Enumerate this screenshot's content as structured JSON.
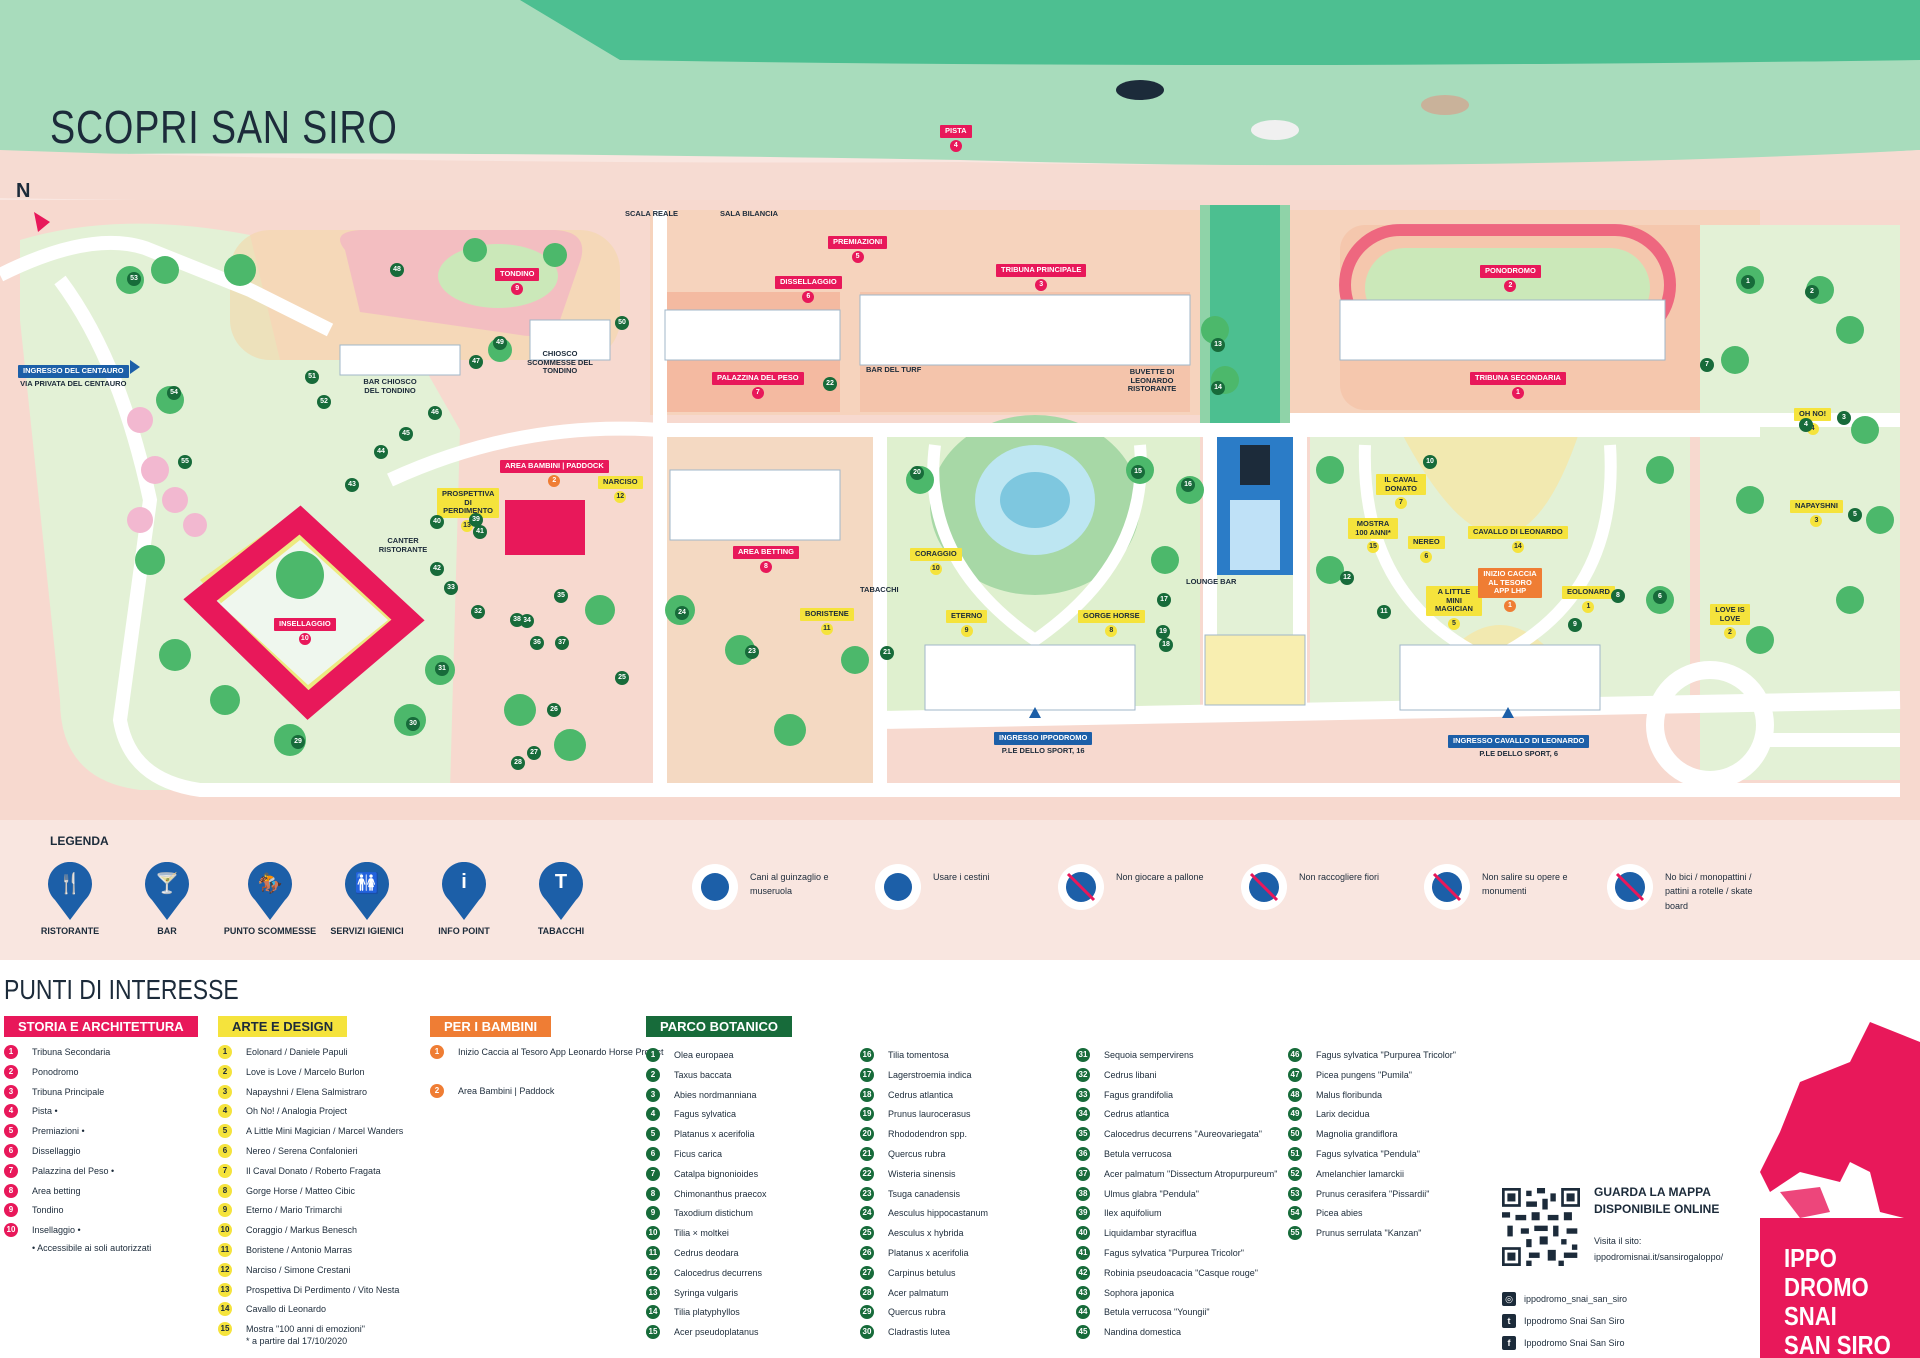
{
  "map": {
    "title": "SCOPRI SAN SIRO",
    "north": "N",
    "labels": {
      "pista": {
        "name": "PISTA",
        "num": "4"
      },
      "tondino": {
        "name": "TONDINO",
        "num": "9"
      },
      "scala_reale": "SCALA REALE",
      "sala_bilancia": "SALA BILANCIA",
      "premiazioni": {
        "name": "PREMIAZIONI",
        "num": "5"
      },
      "tribuna_principale": {
        "name": "TRIBUNA PRINCIPALE",
        "num": "3"
      },
      "dissellaggio": {
        "name": "DISSELLAGGIO",
        "num": "6"
      },
      "ponodromo": {
        "name": "PONODROMO",
        "num": "2"
      },
      "tribuna_secondaria": {
        "name": "TRIBUNA SECONDARIA",
        "num": "1"
      },
      "palazzina_peso": {
        "name": "PALAZZINA DEL PESO",
        "num": "7"
      },
      "ingresso_centauro": {
        "name": "INGRESSO DEL CENTAURO",
        "sub": "VIA PRIVATA DEL CENTAURO"
      },
      "bar_chiosco": "BAR CHIOSCO DEL TONDINO",
      "chiosco_scommesse": "CHIOSCO SCOMMESSE DEL TONDINO",
      "bar_turf": "BAR DEL TURF",
      "buvette": "BUVETTE DI LEONARDO RISTORANTE",
      "area_bambini": {
        "name": "AREA BAMBINI | PADDOCK",
        "num": "2"
      },
      "prospettiva": {
        "name": "PROSPETTIVA DI PERDIMENTO",
        "num": "13"
      },
      "narciso": {
        "name": "NARCISO",
        "num": "12"
      },
      "canter": "CANTER RISTORANTE",
      "insellaggio": {
        "name": "INSELLAGGIO",
        "num": "10"
      },
      "area_betting": {
        "name": "AREA BETTING",
        "num": "8"
      },
      "tabacchi": "TABACCHI",
      "boristene": {
        "name": "BORISTENE",
        "num": "11"
      },
      "coraggio": {
        "name": "CORAGGIO",
        "num": "10"
      },
      "eterno": {
        "name": "ETERNO",
        "num": "9"
      },
      "gorge_horse": {
        "name": "GORGE HORSE",
        "num": "8"
      },
      "lounge_bar": "LOUNGE BAR",
      "ingresso_ippodromo": {
        "name": "INGRESSO IPPODROMO",
        "sub": "P.LE DELLO SPORT, 16"
      },
      "il_caval_donato": {
        "name": "IL CAVAL DONATO",
        "num": "7"
      },
      "mostra": {
        "name": "MOSTRA 100 ANNI*",
        "num": "15"
      },
      "nereo": {
        "name": "NEREO",
        "num": "6"
      },
      "little_mini": {
        "name": "A LITTLE MINI MAGICIAN",
        "num": "5"
      },
      "cavallo_leonardo": {
        "name": "CAVALLO DI LEONARDO",
        "num": "14"
      },
      "inizio_caccia": {
        "name": "INIZIO CACCIA AL TESORO APP LHP",
        "num": "1"
      },
      "eolonard": {
        "name": "EOLONARD",
        "num": "1"
      },
      "oh_no": {
        "name": "OH NO!",
        "num": "4"
      },
      "napayshni": {
        "name": "NAPAYSHNI",
        "num": "3"
      },
      "love_is_love": {
        "name": "LOVE IS LOVE",
        "num": "2"
      },
      "ingresso_cavallo": {
        "name": "INGRESSO CAVALLO DI LEONARDO",
        "sub": "P.LE DELLO SPORT, 6"
      }
    },
    "green_numbers": [
      "1",
      "2",
      "3",
      "4",
      "5",
      "6",
      "7",
      "8",
      "9",
      "10",
      "11",
      "12",
      "13",
      "14",
      "15",
      "16",
      "17",
      "18",
      "19",
      "20",
      "21",
      "22",
      "23",
      "24",
      "25",
      "26",
      "27",
      "28",
      "29",
      "30",
      "31",
      "32",
      "33",
      "34",
      "35",
      "36",
      "37",
      "38",
      "39",
      "40",
      "41",
      "42",
      "43",
      "44",
      "45",
      "46",
      "47",
      "48",
      "49",
      "50",
      "51",
      "52",
      "53",
      "54",
      "55"
    ]
  },
  "legend": {
    "title": "LEGENDA",
    "items": [
      {
        "label": "RISTORANTE",
        "icon": "restaurant-icon",
        "glyph": "🍴"
      },
      {
        "label": "BAR",
        "icon": "bar-icon",
        "glyph": "🍸"
      },
      {
        "label": "PUNTO SCOMMESSE",
        "icon": "betting-icon",
        "glyph": "🏇"
      },
      {
        "label": "SERVIZI IGIENICI",
        "icon": "toilet-icon",
        "glyph": "🚻"
      },
      {
        "label": "INFO POINT",
        "icon": "info-icon",
        "glyph": "i"
      },
      {
        "label": "TABACCHI",
        "icon": "tobacco-icon",
        "glyph": "T"
      }
    ],
    "rules": [
      {
        "text": "Cani al guinzaglio e museruola",
        "icon": "dog-leash-icon"
      },
      {
        "text": "Usare i cestini",
        "icon": "trash-bin-icon"
      },
      {
        "text": "Non giocare a pallone",
        "icon": "no-ball-icon"
      },
      {
        "text": "Non raccogliere fiori",
        "icon": "no-flowers-icon"
      },
      {
        "text": "Non salire su opere e monumenti",
        "icon": "no-climb-icon"
      },
      {
        "text": "No bici / monopattini / pattini a rotelle / skate board",
        "icon": "no-bike-icon"
      }
    ]
  },
  "poi": {
    "title": "PUNTI DI INTERESSE",
    "storia": {
      "heading": "STORIA E ARCHITETTURA",
      "items": [
        "Tribuna Secondaria",
        "Ponodromo",
        "Tribuna Principale",
        "Pista •",
        "Premiazioni •",
        "Dissellaggio",
        "Palazzina del Peso •",
        "Area betting",
        "Tondino",
        "Insellaggio •"
      ],
      "note": "• Accessibile ai soli autorizzati"
    },
    "arte": {
      "heading": "ARTE E DESIGN",
      "items": [
        "Eolonard / Daniele Papuli",
        "Love is Love / Marcelo Burlon",
        "Napayshni / Elena Salmistraro",
        "Oh No! / Analogia Project",
        "A Little Mini Magician / Marcel Wanders",
        "Nereo / Serena Confalonieri",
        "Il Caval Donato / Roberto Fragata",
        "Gorge Horse / Matteo Cibic",
        "Eterno / Mario Trimarchi",
        "Coraggio / Markus Benesch",
        "Boristene / Antonio Marras",
        "Narciso / Simone Crestani",
        "Prospettiva Di Perdimento / Vito Nesta",
        "Cavallo di Leonardo",
        "Mostra \"100 anni di emozioni\""
      ],
      "note": "* a partire dal 17/10/2020"
    },
    "bambini": {
      "heading": "PER I BAMBINI",
      "items": [
        "Inizio Caccia al Tesoro App Leonardo Horse Project",
        "Area Bambini | Paddock"
      ]
    },
    "botanico": {
      "heading": "PARCO BOTANICO",
      "items": [
        "Olea europaea",
        "Taxus baccata",
        "Abies nordmanniana",
        "Fagus sylvatica",
        "Platanus x acerifolia",
        "Ficus carica",
        "Catalpa bignonioides",
        "Chimonanthus praecox",
        "Taxodium distichum",
        "Tilia × moltkei",
        "Cedrus deodara",
        "Calocedrus decurrens",
        "Syringa vulgaris",
        "Tilia platyphyllos",
        "Acer pseudoplatanus",
        "Tilia tomentosa",
        "Lagerstroemia indica",
        "Cedrus atlantica",
        "Prunus laurocerasus",
        "Rhododendron spp.",
        "Quercus rubra",
        "Wisteria sinensis",
        "Tsuga canadensis",
        "Aesculus hippocastanum",
        "Aesculus x hybrida",
        "Platanus x acerifolia",
        "Carpinus betulus",
        "Acer palmatum",
        "Quercus rubra",
        "Cladrastis lutea",
        "Sequoia sempervirens",
        "Cedrus libani",
        "Fagus grandifolia",
        "Cedrus atlantica",
        "Calocedrus decurrens \"Aureovariegata\"",
        "Betula verrucosa",
        "Acer palmatum \"Dissectum Atropurpureum\"",
        "Ulmus glabra \"Pendula\"",
        "Ilex aquifolium",
        "Liquidambar styraciflua",
        "Fagus sylvatica \"Purpurea Tricolor\"",
        "Robinia pseudoacacia \"Casque rouge\"",
        "Sophora japonica",
        "Betula verrucosa \"Youngii\"",
        "Nandina domestica",
        "Fagus sylvatica \"Purpurea Tricolor\"",
        "Picea pungens \"Pumila\"",
        "Malus floribunda",
        "Larix decidua",
        "Magnolia grandiflora",
        "Fagus sylvatica \"Pendula\"",
        "Amelanchier lamarckii",
        "Prunus cerasifera \"Pissardii\"",
        "Picea abies",
        "Prunus serrulata \"Kanzan\""
      ]
    }
  },
  "online": {
    "title_line1": "GUARDA LA MAPPA",
    "title_line2": "DISPONIBILE ONLINE",
    "visit": "Visita il sito:",
    "url": "ippodromisnai.it/sansirogaloppo/",
    "instagram": "ippodromo_snai_san_siro",
    "twitter": "Ippodromo Snai San Siro",
    "facebook": "Ippodromo Snai San Siro"
  },
  "brand": {
    "line1": "IPPO",
    "line2": "DROMO",
    "line3": "SNAI",
    "line4": "SAN SIRO"
  },
  "colors": {
    "pink": "#e8185a",
    "yellow": "#f5e33c",
    "orange": "#ef7d34",
    "green": "#176b3a",
    "blue": "#1c5fa8",
    "navy": "#1c2b3a"
  }
}
